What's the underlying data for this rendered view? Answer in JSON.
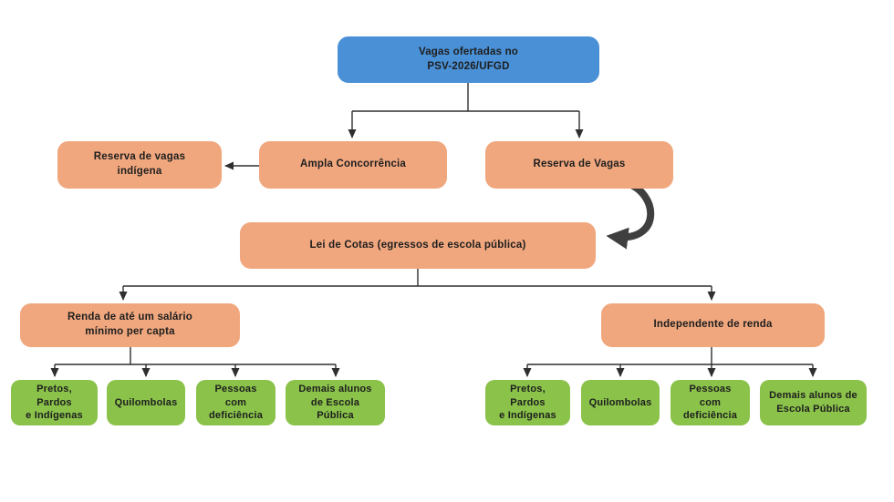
{
  "diagram": {
    "colors": {
      "root_fill": "#4a90d6",
      "branch_fill": "#f0a77e",
      "leaf_fill": "#8ac24a",
      "line": "#2f2f2f",
      "arrow": "#3f3f3f",
      "text": "#1e1e1e"
    },
    "nodes": {
      "root": "Vagas ofertadas no\nPSV-2026/UFGD",
      "indigena": "Reserva de vagas\nindígena",
      "ampla": "Ampla Concorrência",
      "reserva": "Reserva de Vagas",
      "lei_cotas": "Lei de Cotas (egressos de escola pública)",
      "renda_limite": "Renda de até um salário\nmínimo per capta",
      "independente": "Independente de renda"
    },
    "leaves_left": [
      "Pretos, Pardos\ne Indígenas",
      "Quilombolas",
      "Pessoas com\ndeficiência",
      "Demais alunos\nde Escola Pública"
    ],
    "leaves_right": [
      "Pretos, Pardos\ne Indígenas",
      "Quilombolas",
      "Pessoas com\ndeficiência",
      "Demais alunos de\nEscola Pública"
    ]
  }
}
